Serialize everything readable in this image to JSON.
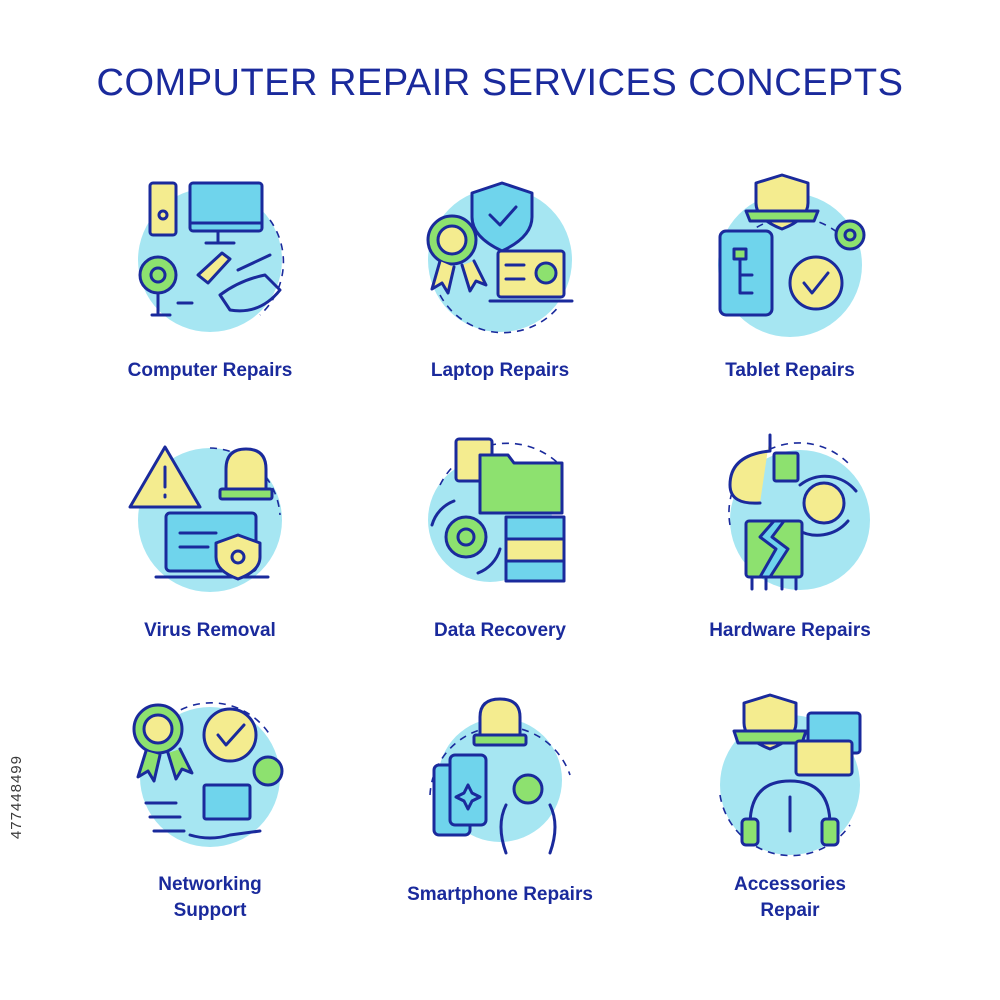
{
  "title": "COMPUTER REPAIR SERVICES CONCEPTS",
  "colors": {
    "text": "#1a2a9c",
    "yellow": "#f4ec8f",
    "green": "#8de16f",
    "cyan": "#6fd4ec",
    "bg_circle": "#a6e6f2"
  },
  "items": [
    {
      "label": "Computer Repairs",
      "icon": "computer-repair-icon"
    },
    {
      "label": "Laptop Repairs",
      "icon": "laptop-repair-icon"
    },
    {
      "label": "Tablet Repairs",
      "icon": "tablet-repair-icon"
    },
    {
      "label": "Virus Removal",
      "icon": "virus-removal-icon"
    },
    {
      "label": "Data Recovery",
      "icon": "data-recovery-icon"
    },
    {
      "label": "Hardware Repairs",
      "icon": "hardware-repair-icon"
    },
    {
      "label": "Networking\nSupport",
      "icon": "networking-support-icon"
    },
    {
      "label": "Smartphone Repairs",
      "icon": "smartphone-repair-icon"
    },
    {
      "label": "Accessories\nRepair",
      "icon": "accessories-repair-icon"
    }
  ],
  "watermark": "477448499"
}
